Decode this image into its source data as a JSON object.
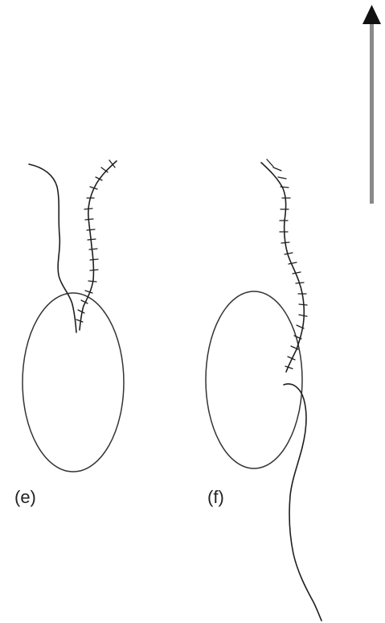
{
  "panels": [
    {
      "id": "e",
      "label": "(e)"
    },
    {
      "id": "f",
      "label": "(f)"
    }
  ],
  "arrow": {
    "direction": "up",
    "color": "#888888",
    "head_color": "#111111"
  },
  "colors": {
    "line": "#1f1f1f",
    "ellipse": "#333333",
    "background": "#ffffff"
  }
}
